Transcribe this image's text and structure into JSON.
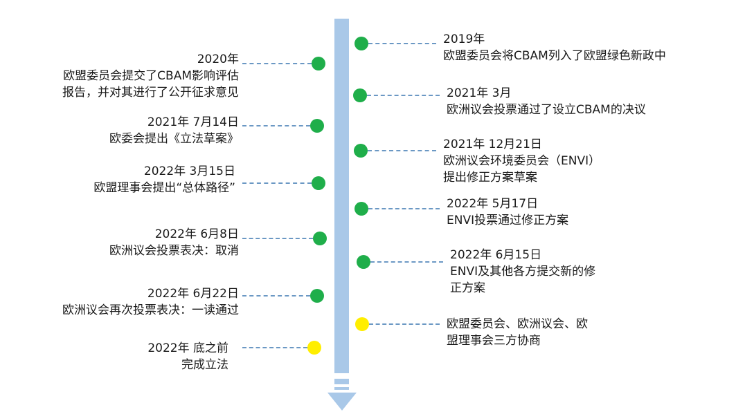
{
  "colors": {
    "axis": "#a9c8e8",
    "connector": "#6b98c4",
    "completed": "#1fae4a",
    "pending": "#ffee00"
  },
  "left_events": [
    {
      "lines": [
        "2020年",
        "欧盟委员会提交了CBAM影响评估",
        "报告，并对其进行了公开征求意见"
      ],
      "status": "completed"
    },
    {
      "lines": [
        "2021年 7月14日",
        "欧委会提出《立法草案》"
      ],
      "status": "completed"
    },
    {
      "lines": [
        "2022年 3月15日",
        "欧盟理事会提出“总体路径”"
      ],
      "status": "completed"
    },
    {
      "lines": [
        "2022年 6月8日",
        "欧洲议会投票表决：取消"
      ],
      "status": "completed"
    },
    {
      "lines": [
        "2022年 6月22日",
        "欧洲议会再次投票表决：一读通过"
      ],
      "status": "completed"
    },
    {
      "lines": [
        "2022年 底之前",
        "完成立法"
      ],
      "status": "pending"
    }
  ],
  "right_events": [
    {
      "lines": [
        "2019年",
        "欧盟委员会将CBAM列入了欧盟绿色新政中"
      ],
      "status": "completed"
    },
    {
      "lines": [
        "2021年 3月",
        "欧洲议会投票通过了设立CBAM的决议"
      ],
      "status": "completed"
    },
    {
      "lines": [
        "2021年 12月21日",
        "欧洲议会环境委员会（ENVI）",
        "提出修正方案草案"
      ],
      "status": "completed"
    },
    {
      "lines": [
        "2022年 5月17日",
        "ENVI投票通过修正方案"
      ],
      "status": "completed"
    },
    {
      "lines": [
        "2022年 6月15日",
        "ENVI及其他各方提交新的修",
        "正方案"
      ],
      "status": "completed"
    },
    {
      "lines": [
        "欧盟委员会、欧洲议会、欧",
        "盟理事会三方协商"
      ],
      "status": "pending"
    }
  ]
}
